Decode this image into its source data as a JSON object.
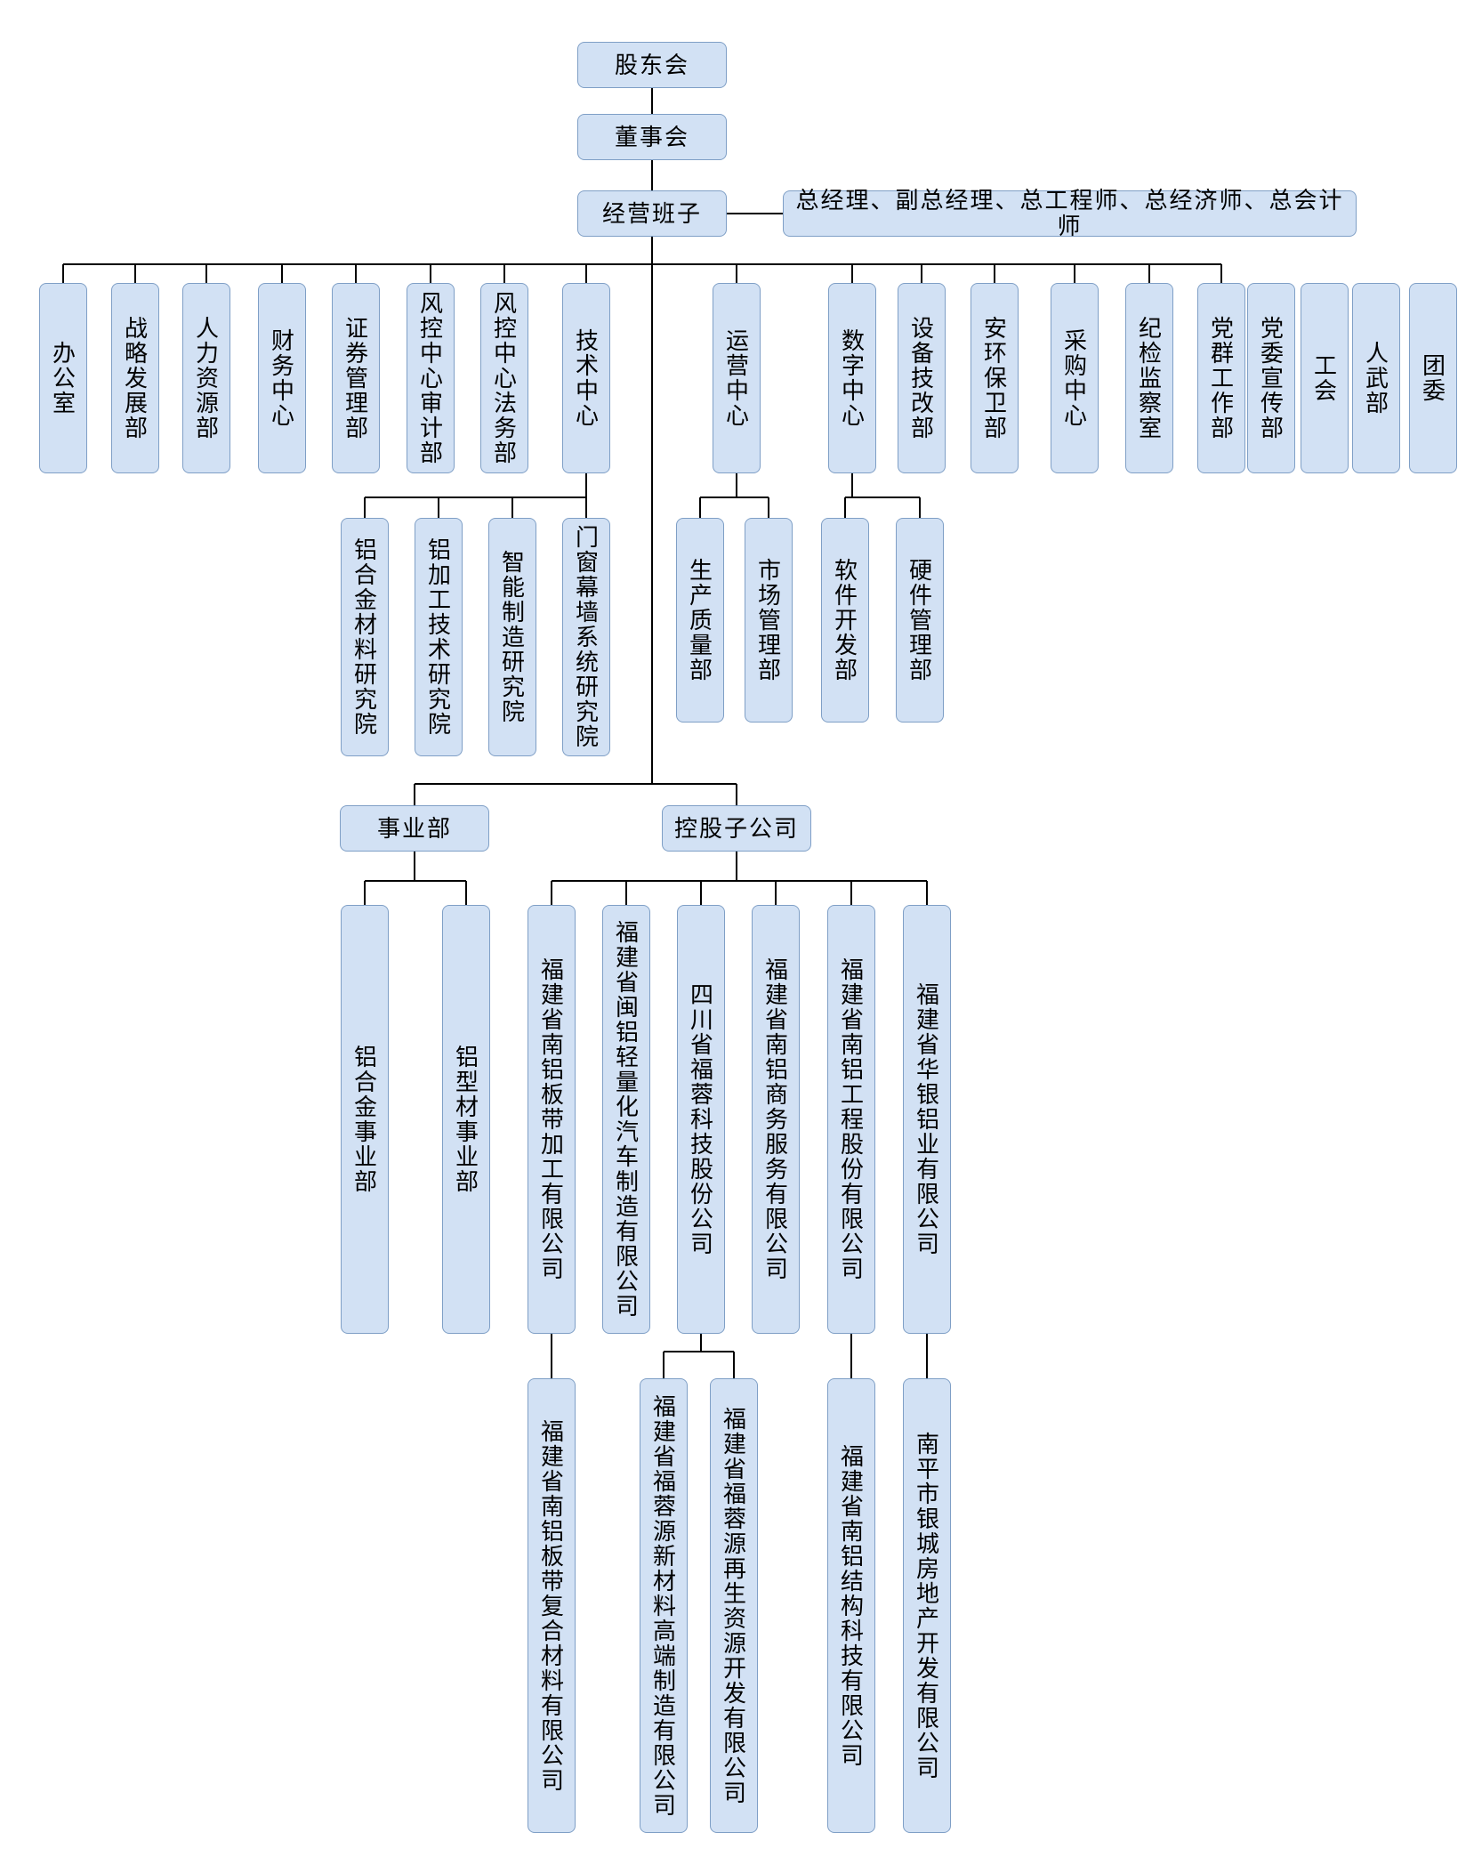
{
  "style": {
    "box_fill": "#d2e1f4",
    "box_border": "#7f9fc6",
    "line_color": "#000000",
    "text_color": "#000000"
  },
  "nodes": {
    "shareholders": "股东会",
    "board": "董事会",
    "management": "经营班子",
    "executives": "总经理、副总经理、总工程师、总经济师、总会计师",
    "row1": [
      "办公室",
      "战略发展部",
      "人力资源部",
      "财务中心",
      "证券管理部",
      "风控中心审计部",
      "风控中心法务部",
      "技术中心",
      "运营中心",
      "数字中心",
      "设备技改部",
      "安环保卫部",
      "采购中心",
      "纪检监察室",
      "党群工作部",
      "党委宣传部",
      "工会",
      "人武部",
      "团委"
    ],
    "tech_children": [
      "铝合金材料研究院",
      "铝加工技术研究院",
      "智能制造研究院",
      "门窗幕墙系统研究院"
    ],
    "ops_children": [
      "生产质量部",
      "市场管理部"
    ],
    "digital_children": [
      "软件开发部",
      "硬件管理部"
    ],
    "division": "事业部",
    "holding": "控股子公司",
    "division_children": [
      "铝合金事业部",
      "铝型材事业部"
    ],
    "holding_children": [
      "福建省南铝板带加工有限公司",
      "福建省闽铝轻量化汽车制造有限公司",
      "四川省福蓉科技股份公司",
      "福建省南铝商务服务有限公司",
      "福建省南铝工程股份有限公司",
      "福建省华银铝业有限公司"
    ],
    "sub_children": [
      "福建省南铝板带复合材料有限公司",
      "福建省福蓉源新材料高端制造有限公司",
      "福建省福蓉源再生资源开发有限公司",
      "福建省南铝结构科技有限公司",
      "南平市银城房地产开发有限公司"
    ],
    "hierarchy_note": {
      "股东会": [
        "董事会"
      ],
      "董事会": [
        "经营班子"
      ],
      "技术中心": [
        "铝合金材料研究院",
        "铝加工技术研究院",
        "智能制造研究院",
        "门窗幕墙系统研究院"
      ],
      "运营中心": [
        "生产质量部",
        "市场管理部"
      ],
      "数字中心": [
        "软件开发部",
        "硬件管理部"
      ],
      "事业部": [
        "铝合金事业部",
        "铝型材事业部"
      ],
      "控股子公司": [
        "福建省南铝板带加工有限公司",
        "福建省闽铝轻量化汽车制造有限公司",
        "四川省福蓉科技股份公司",
        "福建省南铝商务服务有限公司",
        "福建省南铝工程股份有限公司",
        "福建省华银铝业有限公司"
      ],
      "福建省南铝板带加工有限公司": [
        "福建省南铝板带复合材料有限公司"
      ],
      "四川省福蓉科技股份公司": [
        "福建省福蓉源新材料高端制造有限公司",
        "福建省福蓉源再生资源开发有限公司"
      ],
      "福建省南铝工程股份有限公司": [
        "福建省南铝结构科技有限公司"
      ],
      "福建省华银铝业有限公司": [
        "南平市银城房地产开发有限公司"
      ]
    }
  }
}
